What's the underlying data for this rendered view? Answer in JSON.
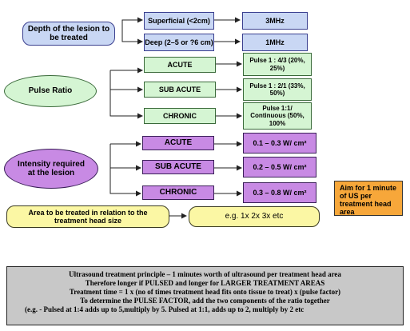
{
  "depth": {
    "label": "Depth of the lesion to be treated",
    "superficial": "Superficial (<2cm)",
    "superficial_freq": "3MHz",
    "deep": "Deep (2–5 or ?6 cm)",
    "deep_freq": "1MHz"
  },
  "pulse": {
    "label": "Pulse Ratio",
    "acute": "ACUTE",
    "acute_value": "Pulse 1 : 4/3 (20%, 25%)",
    "subacute": "SUB ACUTE",
    "subacute_value": "Pulse 1 : 2/1 (33%, 50%)",
    "chronic": "CHRONIC",
    "chronic_value": "Pulse 1:1/ Continuous (50%, 100%"
  },
  "intensity": {
    "label": "Intensity required at the lesion",
    "acute": "ACUTE",
    "acute_value": "0.1 – 0.3 W/ cm²",
    "subacute": "SUB ACUTE",
    "subacute_value": "0.2 – 0.5 W/ cm²",
    "chronic": "CHRONIC",
    "chronic_value": "0.3 – 0.8 W/ cm²"
  },
  "aim_note": "Aim for 1 minute of US per treatment head area",
  "area": {
    "label": "Area to be treated in relation to the treatment head size",
    "example": "e.g. 1x  2x  3x  etc"
  },
  "principle": {
    "line1": "Ultrasound treatment principle – 1 minutes worth of ultrasound per treatment head area",
    "line2": "Therefore longer if PULSED and longer for LARGER TREATMENT AREAS",
    "line3": "Treatment time = 1 x (no of times treatment head fits onto tissue to treat) x (pulse factor)",
    "line4": "To determine the PULSE FACTOR, add the two components of the ratio together",
    "line5": "(e.g.  -  Pulsed at 1:4 adds up to 5,multiply by 5. Pulsed at 1:1, adds up to 2, multiply by 2 etc"
  },
  "colors": {
    "blue_fill": "#c9d7f4",
    "green_fill": "#d5f5d3",
    "purple_fill": "#c88ae4",
    "yellow_fill": "#fbf7a4",
    "orange_fill": "#f7a73a",
    "gray_fill": "#c8c8c8"
  }
}
